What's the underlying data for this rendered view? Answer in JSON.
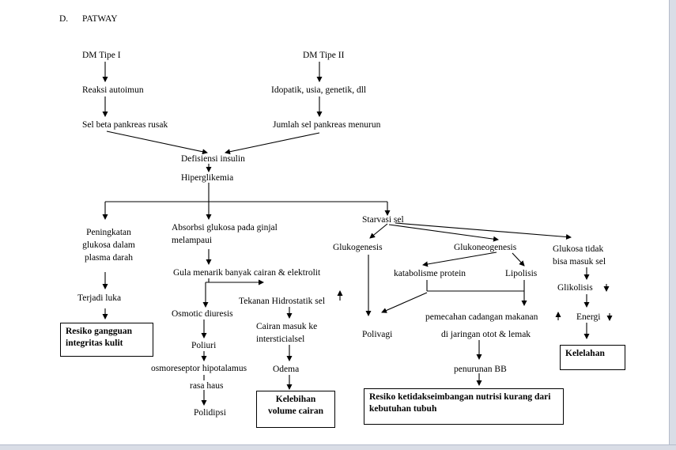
{
  "heading": {
    "letter": "D.",
    "title": "PATWAY"
  },
  "nodes": {
    "dm1": "DM Tipe I",
    "dm2": "DM Tipe II",
    "reaksi": "Reaksi autoimun",
    "idiopatik": "Idopatik, usia, genetik, dll",
    "selbeta": "Sel beta pankreas rusak",
    "jumlahsel": "Jumlah sel pankreas menurun",
    "defisiensi": "Defisiensi insulin",
    "hiperglikemia": "Hiperglikemia",
    "peningkatan": "Peningkatan glukosa dalam plasma darah",
    "terjadi_luka": "Terjadi luka",
    "resiko_integritas": "Resiko gangguan integritas kulit",
    "absorbsi": "Absorbsi glukosa pada ginjal melampaui",
    "gula_menarik": "Gula menarik banyak cairan & elektrolit",
    "osmotic": "Osmotic diuresis",
    "poliuri": "Poliuri",
    "osmoreseptor": "osmoreseptor hipotalamus",
    "rasa_haus": "rasa haus",
    "polidipsi": "Polidipsi",
    "tekanan": "Tekanan Hidrostatik sel",
    "cairan_masuk": "Cairan masuk ke intersticialsel",
    "odema": "Odema",
    "kelebihan": "Kelebihan volume cairan",
    "starvasi": "Starvasi sel",
    "glukogenesis": "Glukogenesis",
    "glukoneogenesis": "Glukoneogenesis",
    "glukosa_tidak": "Glukosa tidak bisa masuk sel",
    "katabolisme": "katabolisme protein",
    "lipolisis": "Lipolisis",
    "polivagi": "Polivagi",
    "pemecahan": "pemecahan cadangan makanan",
    "jaringan": "di jaringan otot & lemak",
    "penurunan": "penurunan BB",
    "resiko_nutrisi": "Resiko ketidakseimbangan nutrisi kurang dari kebutuhan tubuh",
    "glikolisis": "Glikolisis",
    "energi": "Energi",
    "kelelahan": "Kelelahan"
  }
}
